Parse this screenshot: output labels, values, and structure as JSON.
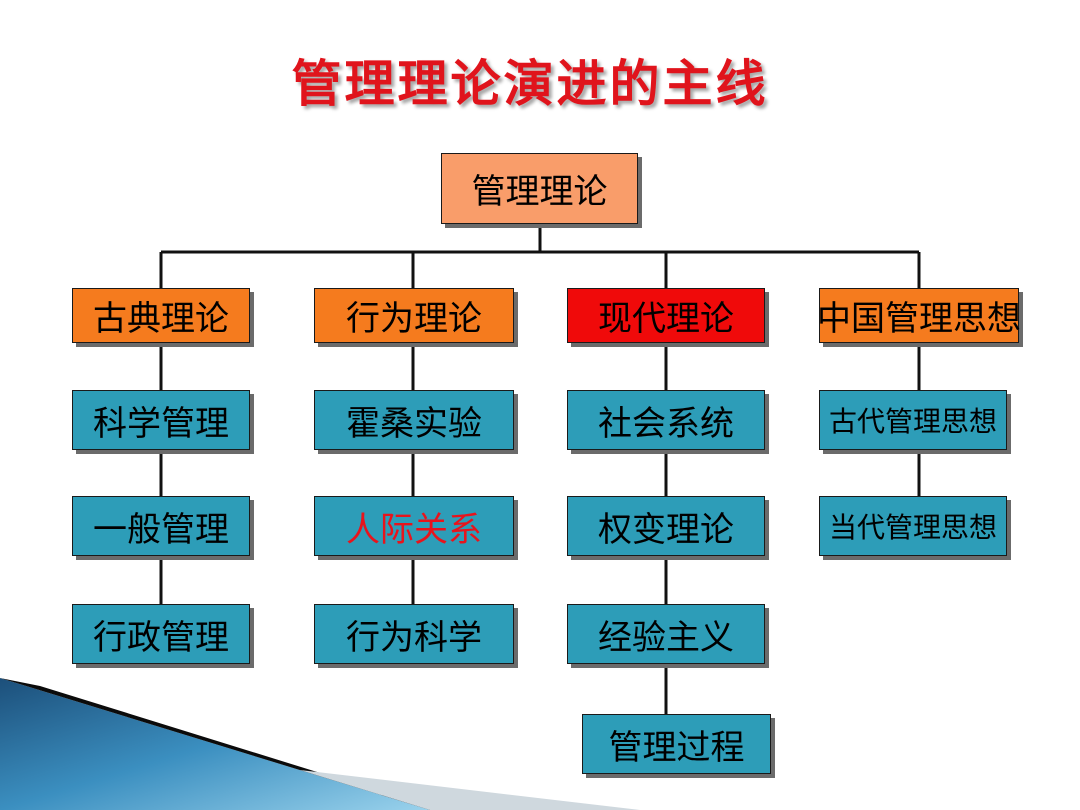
{
  "title": "管理理论演进的主线",
  "root": "管理理论",
  "branches": [
    {
      "label": "古典理论",
      "children": [
        "科学管理",
        "一般管理",
        "行政管理"
      ]
    },
    {
      "label": "行为理论",
      "children": [
        "霍桑实验",
        "人际关系",
        "行为科学"
      ]
    },
    {
      "label": "现代理论",
      "children": [
        "社会系统",
        "权变理论",
        "经验主义",
        "管理过程"
      ]
    },
    {
      "label": "中国管理思想",
      "children": [
        "古代管理思想",
        "当代管理思想"
      ]
    }
  ],
  "colors": {
    "title": "#e0141c",
    "root_fill": "#f99d6a",
    "branch_fill": "#f57b1e",
    "highlight_fill": "#f00a0a",
    "leaf_fill": "#2d9db8",
    "highlight_text": "#e8141c"
  }
}
